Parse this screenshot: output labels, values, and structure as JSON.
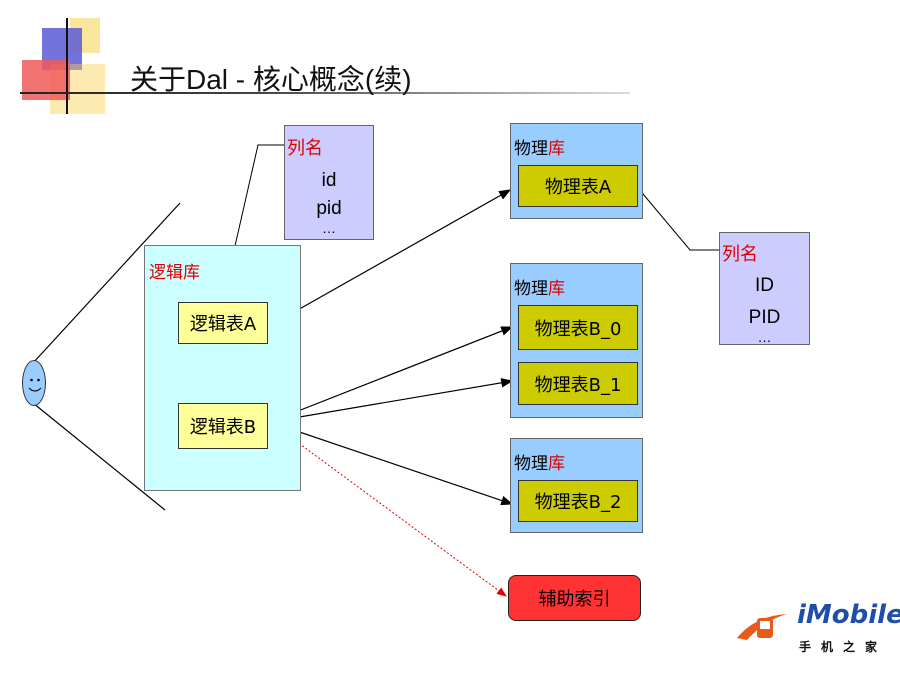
{
  "title": "关于Dal - 核心概念(续)",
  "colors": {
    "column_box": "#ccccff",
    "logic_db": "#ccffff",
    "logic_table": "#ffff99",
    "phys_db": "#99ccff",
    "phys_table": "#cccc00",
    "index_box": "#ff3333",
    "label_red": "#e00000"
  },
  "column_box_left": {
    "header": "列名",
    "items": [
      "id",
      "pid",
      "…"
    ]
  },
  "column_box_right": {
    "header": "列名",
    "items": [
      "ID",
      "PID",
      "…"
    ]
  },
  "logic_db": {
    "label": "逻辑库",
    "tables": [
      "逻辑表A",
      "逻辑表B"
    ]
  },
  "phys_dbs": [
    {
      "label_part1": "物理",
      "label_part2": "库",
      "tables": [
        "物理表A"
      ]
    },
    {
      "label_part1": "物理",
      "label_part2": "库",
      "tables": [
        "物理表B_0",
        "物理表B_1"
      ]
    },
    {
      "label_part1": "物理",
      "label_part2": "库",
      "tables": [
        "物理表B_2"
      ]
    }
  ],
  "index_box": {
    "label": "辅助索引"
  },
  "logo": {
    "brand": "iMobile",
    "sub": "手机之家"
  }
}
